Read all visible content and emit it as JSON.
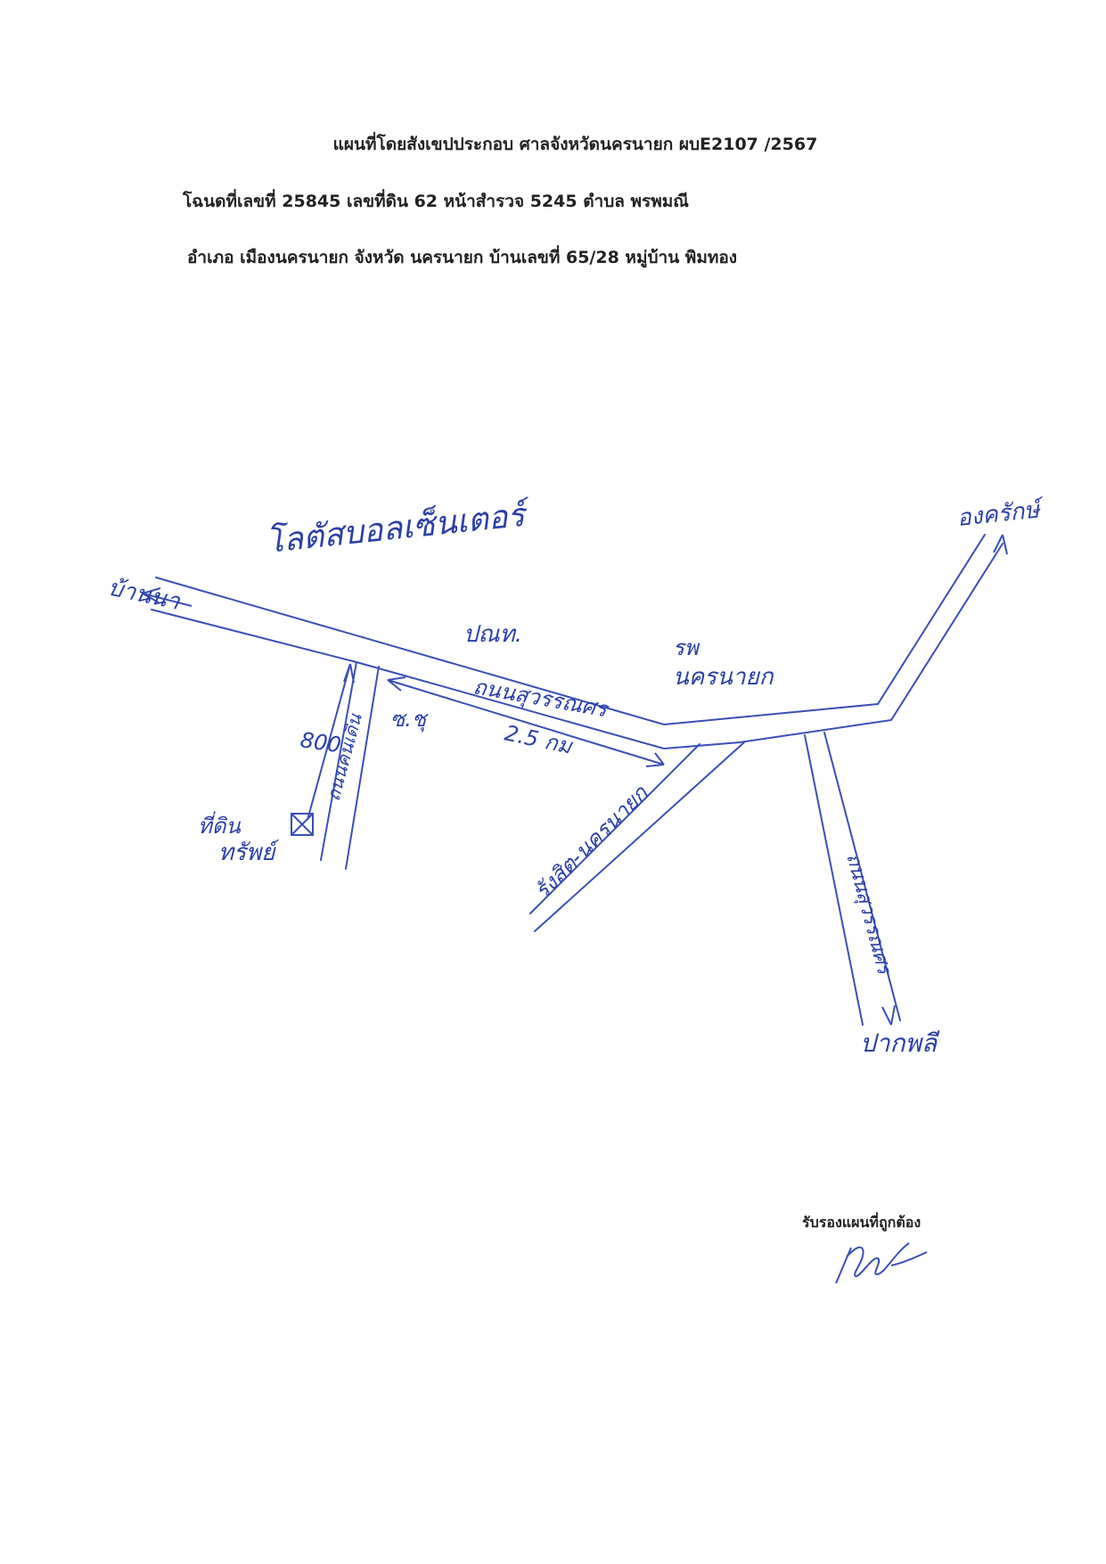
{
  "header": {
    "line1": "แผนที่โดยสังเขปประกอบ  ศาลจังหวัดนครนายก  ผบE2107 /2567",
    "line2": "โฉนดที่เลขที่ 25845 เลขที่ดิน 62  หน้าสำรวจ 5245     ตำบล พรพมณี",
    "line3": "อำเภอ เมืองนครนายก  จังหวัด นครนายก  บ้านเลขที่ 65/28 หมู่บ้าน พิมทอง"
  },
  "map_labels": {
    "lotus": "โลตัสบอลเซ็นเตอร์",
    "ban_na": "บ้านนา",
    "post_office": "ปณท.",
    "hospital_1": "รพ",
    "hospital_2": "นครนายก",
    "suwannasorn": "ถนนสุวรรณศร",
    "distance_km": "2.5 กม",
    "soi_ne": "ซ.ชุ",
    "soi_name": "ถนนคนเดิน",
    "distance_m": "800",
    "target_1": "ที่ดิน",
    "target_2": "ทรัพย์",
    "rangsit_road": "รังสิต-นครนายก",
    "ongkharak": "องครักษ์",
    "suwannasorn_south": "ถนนสุวรรณศร",
    "pak_phli": "ปากพลี"
  },
  "certify": {
    "label": "รับรองแผนที่ถูกต้อง"
  },
  "colors": {
    "ink": "#3a4fb5",
    "text": "#222222"
  }
}
